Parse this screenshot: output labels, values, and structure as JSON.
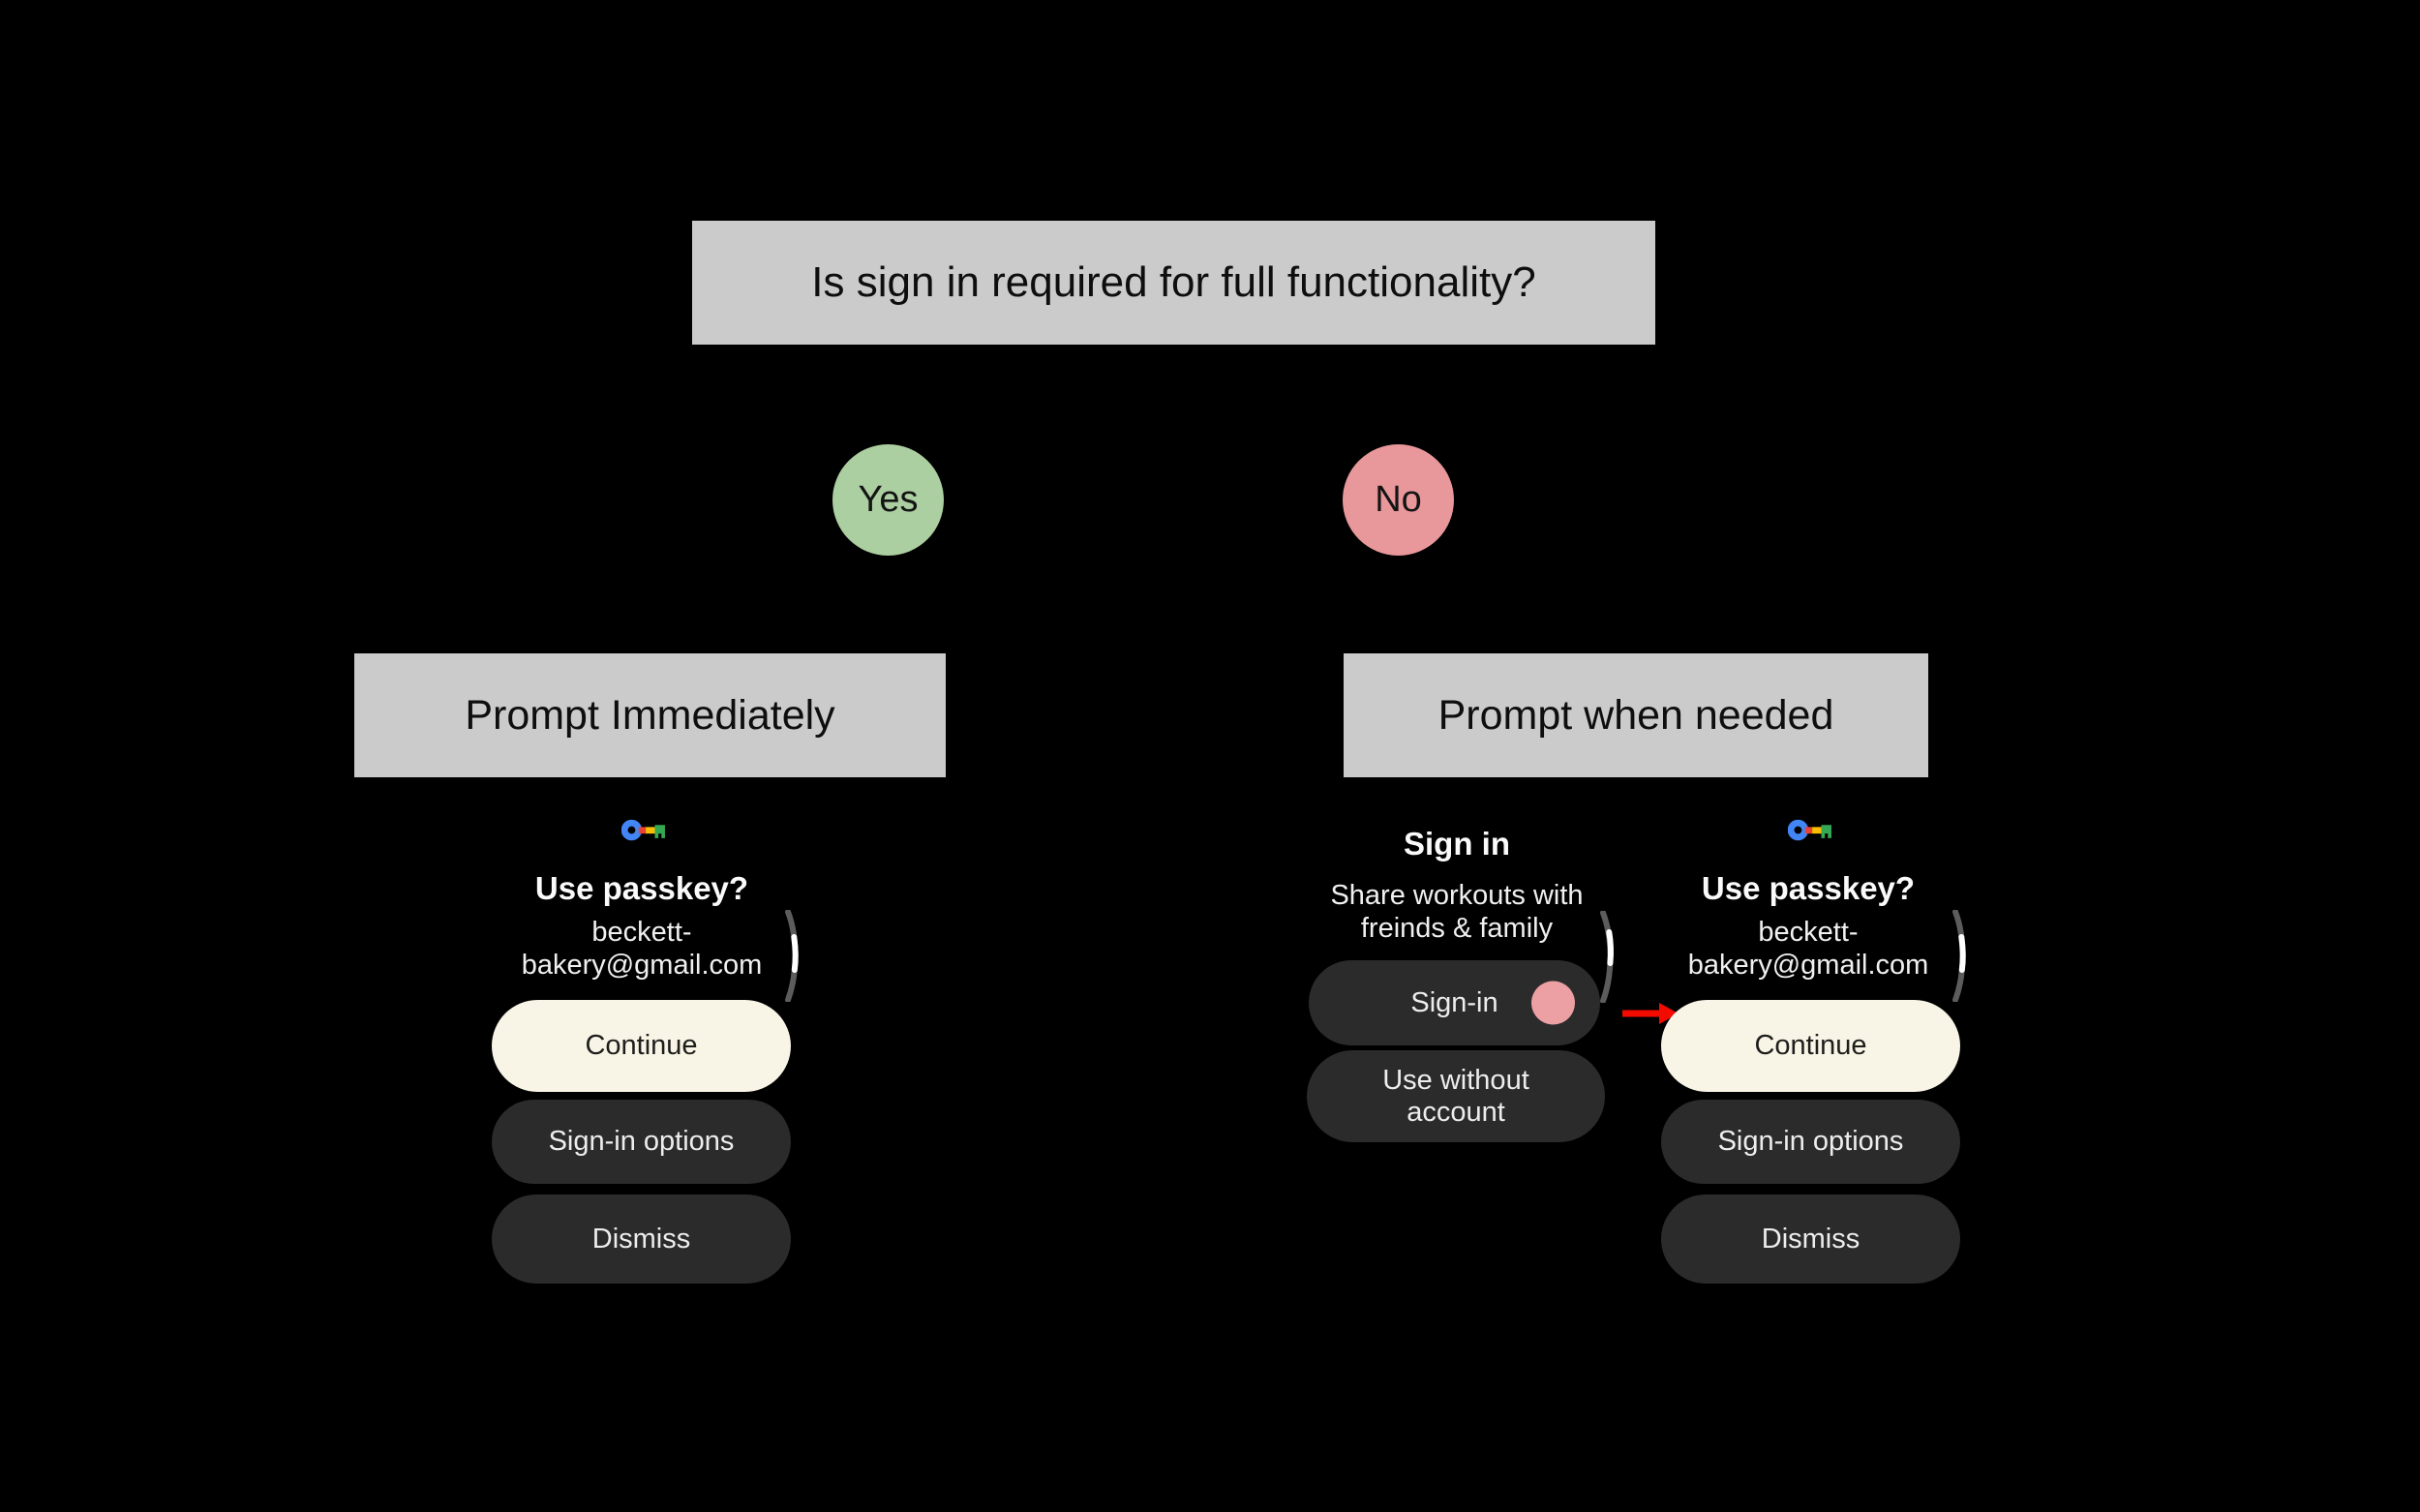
{
  "flowchart": {
    "question": "Is sign in required for full functionality?",
    "yes": "Yes",
    "no": "No",
    "branch_left": "Prompt Immediately",
    "branch_right": "Prompt when needed"
  },
  "passkey_screen": {
    "icon": "passkey-icon",
    "title": "Use passkey?",
    "email_line1": "beckett-",
    "email_line2": "bakery@gmail.com",
    "continue_label": "Continue",
    "signin_options_label": "Sign-in options",
    "dismiss_label": "Dismiss"
  },
  "signin_screen": {
    "title": "Sign in",
    "subtitle_line1": "Share workouts with",
    "subtitle_line2": "freinds & family",
    "signin_label": "Sign-in",
    "use_without_line1": "Use without",
    "use_without_line2": "account"
  },
  "colors": {
    "node_box": "#cbcbcb",
    "yes_circle": "#accfa1",
    "no_circle": "#e8979b",
    "cream_button": "#f8f4e6",
    "dark_button": "#2b2b2b",
    "pink_dot": "#eda0a4",
    "arrow_red": "#f40b00",
    "scroll_track": "#5c5c5c",
    "scroll_thumb": "#ffffff",
    "passkey_blue": "#4285F4",
    "passkey_red": "#EA4335",
    "passkey_yellow": "#FBBC04",
    "passkey_green": "#34A853"
  }
}
